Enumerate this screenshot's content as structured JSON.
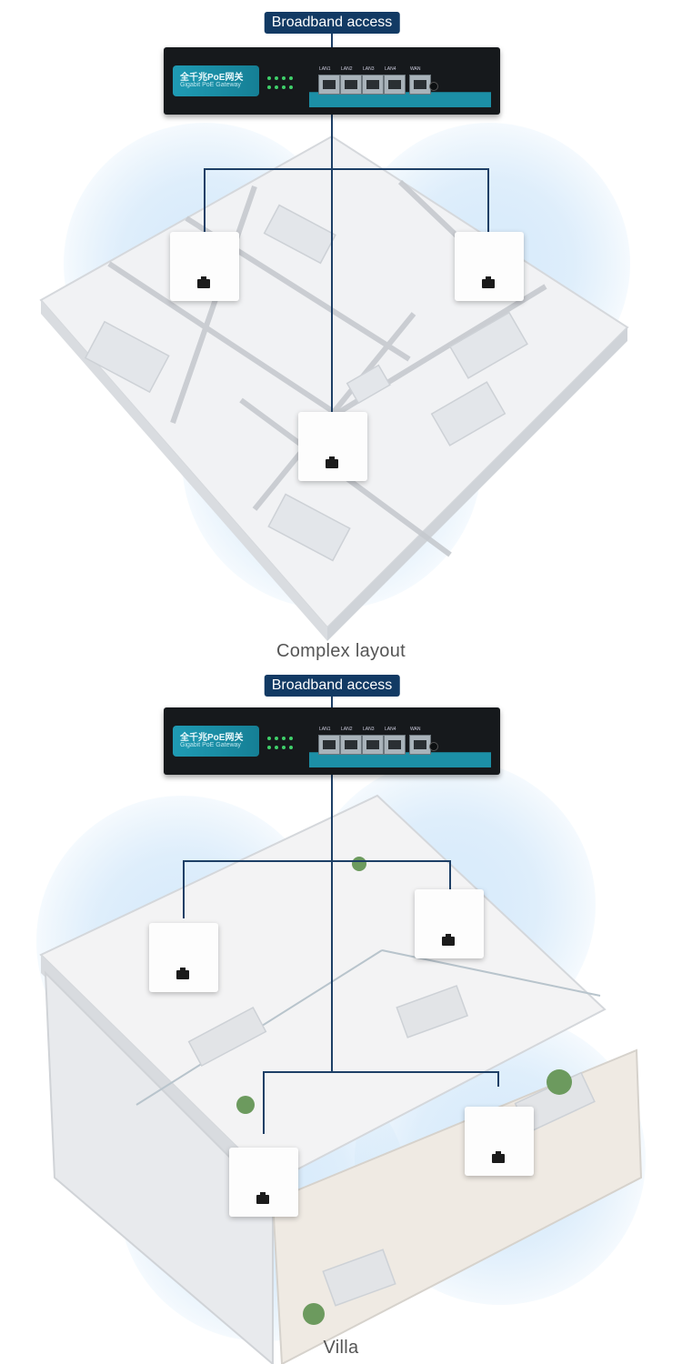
{
  "sections": [
    {
      "badge": "Broadband access",
      "gateway": {
        "brand_cn": "全千兆PoE网关",
        "brand_en": "Gigabit PoE Gateway",
        "ports": [
          "LAN1",
          "LAN2",
          "LAN3",
          "LAN4",
          "WAN"
        ]
      },
      "caption": "Complex layout"
    },
    {
      "badge": "Broadband access",
      "gateway": {
        "brand_cn": "全千兆PoE网关",
        "brand_en": "Gigabit PoE Gateway",
        "ports": [
          "LAN1",
          "LAN2",
          "LAN3",
          "LAN4",
          "WAN"
        ]
      },
      "caption": "Villa"
    }
  ],
  "colors": {
    "badge_bg": "#123a64",
    "line": "#1d3f66",
    "coverage": "#9fcbf0",
    "gateway_accent": "#1c8fa6"
  }
}
